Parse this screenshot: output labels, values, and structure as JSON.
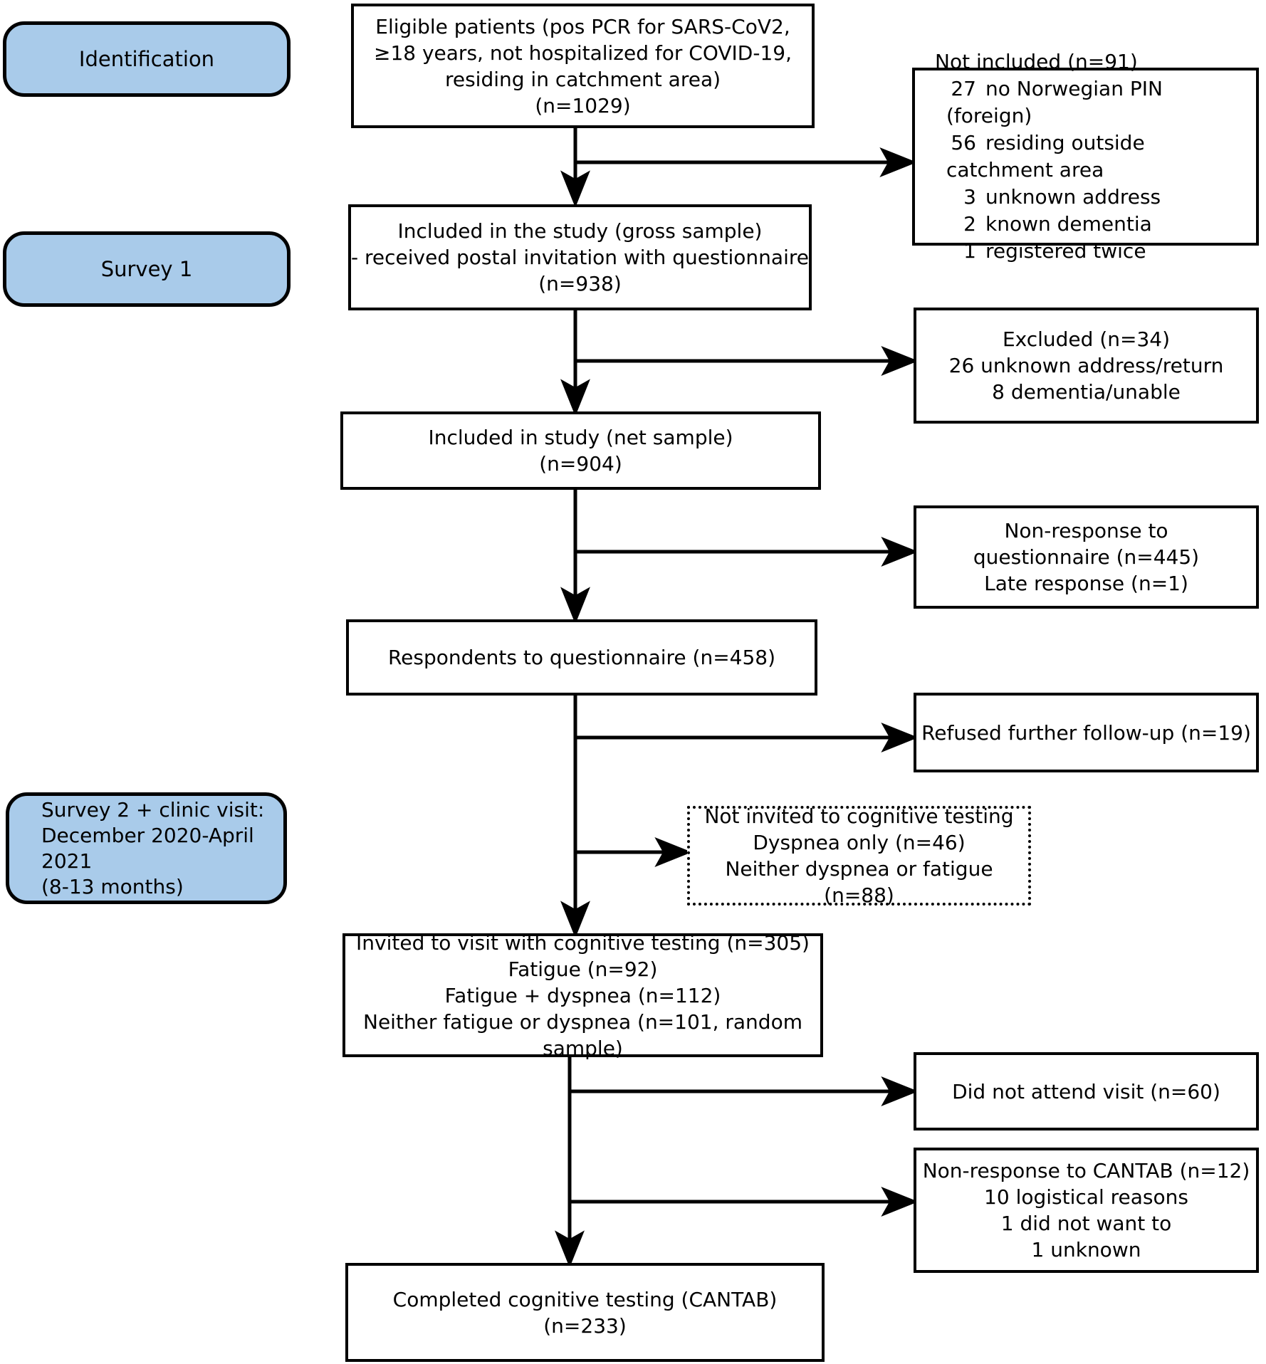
{
  "diagram": {
    "colors": {
      "stage_fill": "#A9CBEA",
      "line_color": "#000000",
      "box_bg": "#FFFFFF"
    },
    "stages": {
      "identification": {
        "label": "Identification"
      },
      "survey1": {
        "label": "Survey 1"
      },
      "survey2": {
        "line1": "Survey 2 + clinic visit:",
        "line2": "December 2020-April 2021",
        "line3": "(8-13 months)"
      }
    },
    "main": {
      "eligible": {
        "line1": "Eligible patients (pos PCR for SARS-CoV2,",
        "line2": "≥18 years, not hospitalized for COVID-19,",
        "line3": "residing in catchment area)",
        "line4": "(n=1029)"
      },
      "gross": {
        "line1": "Included in the study (gross sample)",
        "line2": "- received postal invitation with questionnaire",
        "line3": "(n=938)"
      },
      "net": {
        "line1": "Included in study (net sample)",
        "line2": "(n=904)"
      },
      "respondents": {
        "line1": "Respondents to questionnaire (n=458)"
      },
      "invited": {
        "line1": "Invited to visit with cognitive testing (n=305)",
        "line2": "Fatigue (n=92)",
        "line3": "Fatigue + dyspnea (n=112)",
        "line4": "Neither fatigue or dyspnea (n=101, random sample)"
      },
      "completed": {
        "line1": "Completed cognitive testing (CANTAB) (n=233)"
      }
    },
    "side": {
      "not_included": {
        "title": "Not included (n=91)",
        "items": [
          {
            "n": "27",
            "t": "no Norwegian PIN (foreign)"
          },
          {
            "n": "56",
            "t": "residing outside catchment area"
          },
          {
            "n": "3",
            "t": "unknown address"
          },
          {
            "n": "2",
            "t": "known dementia"
          },
          {
            "n": "1",
            "t": "registered twice"
          }
        ]
      },
      "excluded": {
        "line1": "Excluded (n=34)",
        "line2": "26 unknown address/return",
        "line3": "8 dementia/unable"
      },
      "nonresponse_q": {
        "line1": "Non-response to",
        "line2": "questionnaire (n=445)",
        "line3": "Late response (n=1)"
      },
      "refused": {
        "line1": "Refused further follow-up (n=19)"
      },
      "not_invited": {
        "line1": "Not invited to cognitive testing",
        "line2": "Dyspnea only (n=46)",
        "line3": "Neither dyspnea or fatigue (n=88)"
      },
      "no_attend": {
        "line1": "Did not attend visit (n=60)"
      },
      "nonresponse_cantab": {
        "line1": "Non-response to CANTAB (n=12)",
        "line2": "10 logistical reasons",
        "line3": "1 did not want to",
        "line4": "1 unknown"
      }
    }
  }
}
